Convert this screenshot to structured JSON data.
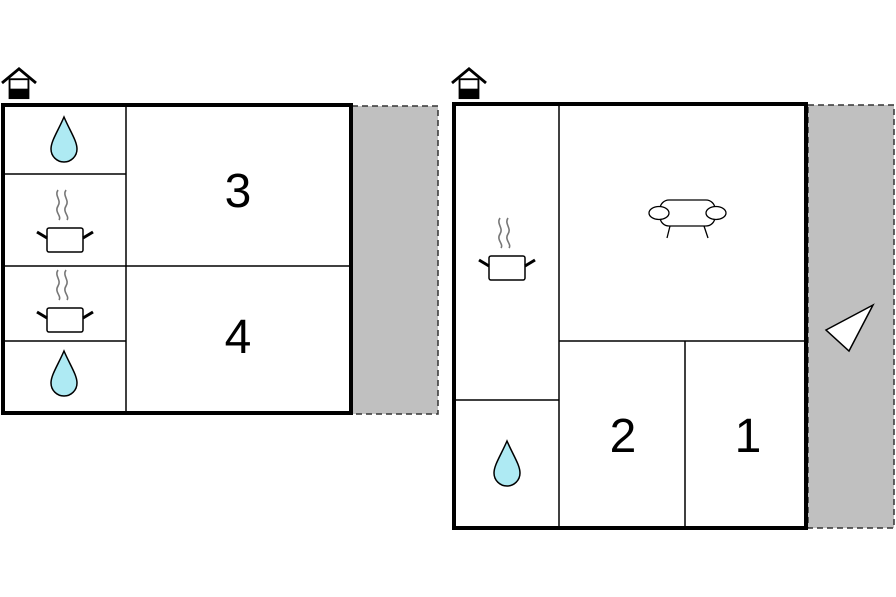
{
  "floors": [
    {
      "rooms": [
        {
          "number": "3",
          "kind": "bedroom"
        },
        {
          "number": "4",
          "kind": "bedroom"
        }
      ],
      "amenities": [
        "water-drop-icon",
        "cooking-pot-icon",
        "cooking-pot-icon",
        "water-drop-icon"
      ],
      "entrance_icon": "house-entrance-icon",
      "terrace": true
    },
    {
      "rooms": [
        {
          "number": "2",
          "kind": "bedroom"
        },
        {
          "number": "1",
          "kind": "bedroom"
        }
      ],
      "amenities": [
        "cooking-pot-icon",
        "water-drop-icon",
        "sofa-icon"
      ],
      "entrance_icon": "house-entrance-icon",
      "terrace": true,
      "direction_icon": "compass-triangle-icon"
    }
  ],
  "colors": {
    "terrace": "#c0c0c0",
    "water": "#aeeaf3",
    "steam": "#777777",
    "walls": "#000000"
  }
}
